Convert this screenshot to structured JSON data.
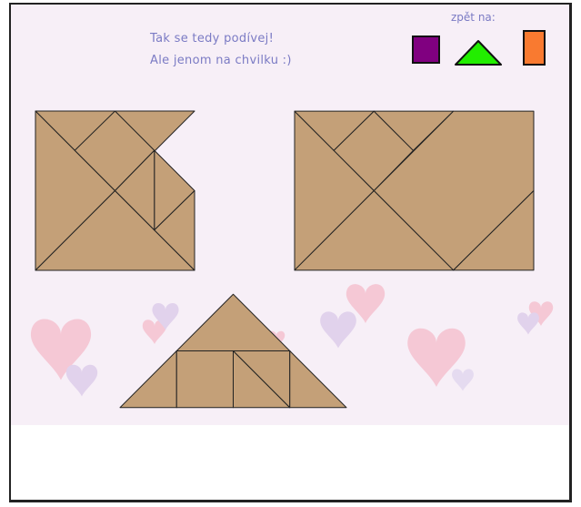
{
  "message": {
    "line1": "Tak se tedy podívej!",
    "line2": "Ale jenom na chvilku :)"
  },
  "navigation": {
    "label": "zpět na:",
    "items": [
      {
        "name": "square",
        "color": "#800080"
      },
      {
        "name": "triangle",
        "color": "#22ee00"
      },
      {
        "name": "rectangle",
        "color": "#f97a30"
      }
    ]
  },
  "colors": {
    "piece_fill": "#c4a078",
    "piece_stroke": "#222222",
    "panel_background": "#f7eff7",
    "heart_pink": "#f6b4c0",
    "heart_lilac": "#c8b4e0"
  },
  "solutions": [
    {
      "name": "square-solution",
      "pieces": 7
    },
    {
      "name": "rectangle-solution",
      "pieces": 7
    },
    {
      "name": "triangle-solution",
      "pieces": 7
    }
  ]
}
